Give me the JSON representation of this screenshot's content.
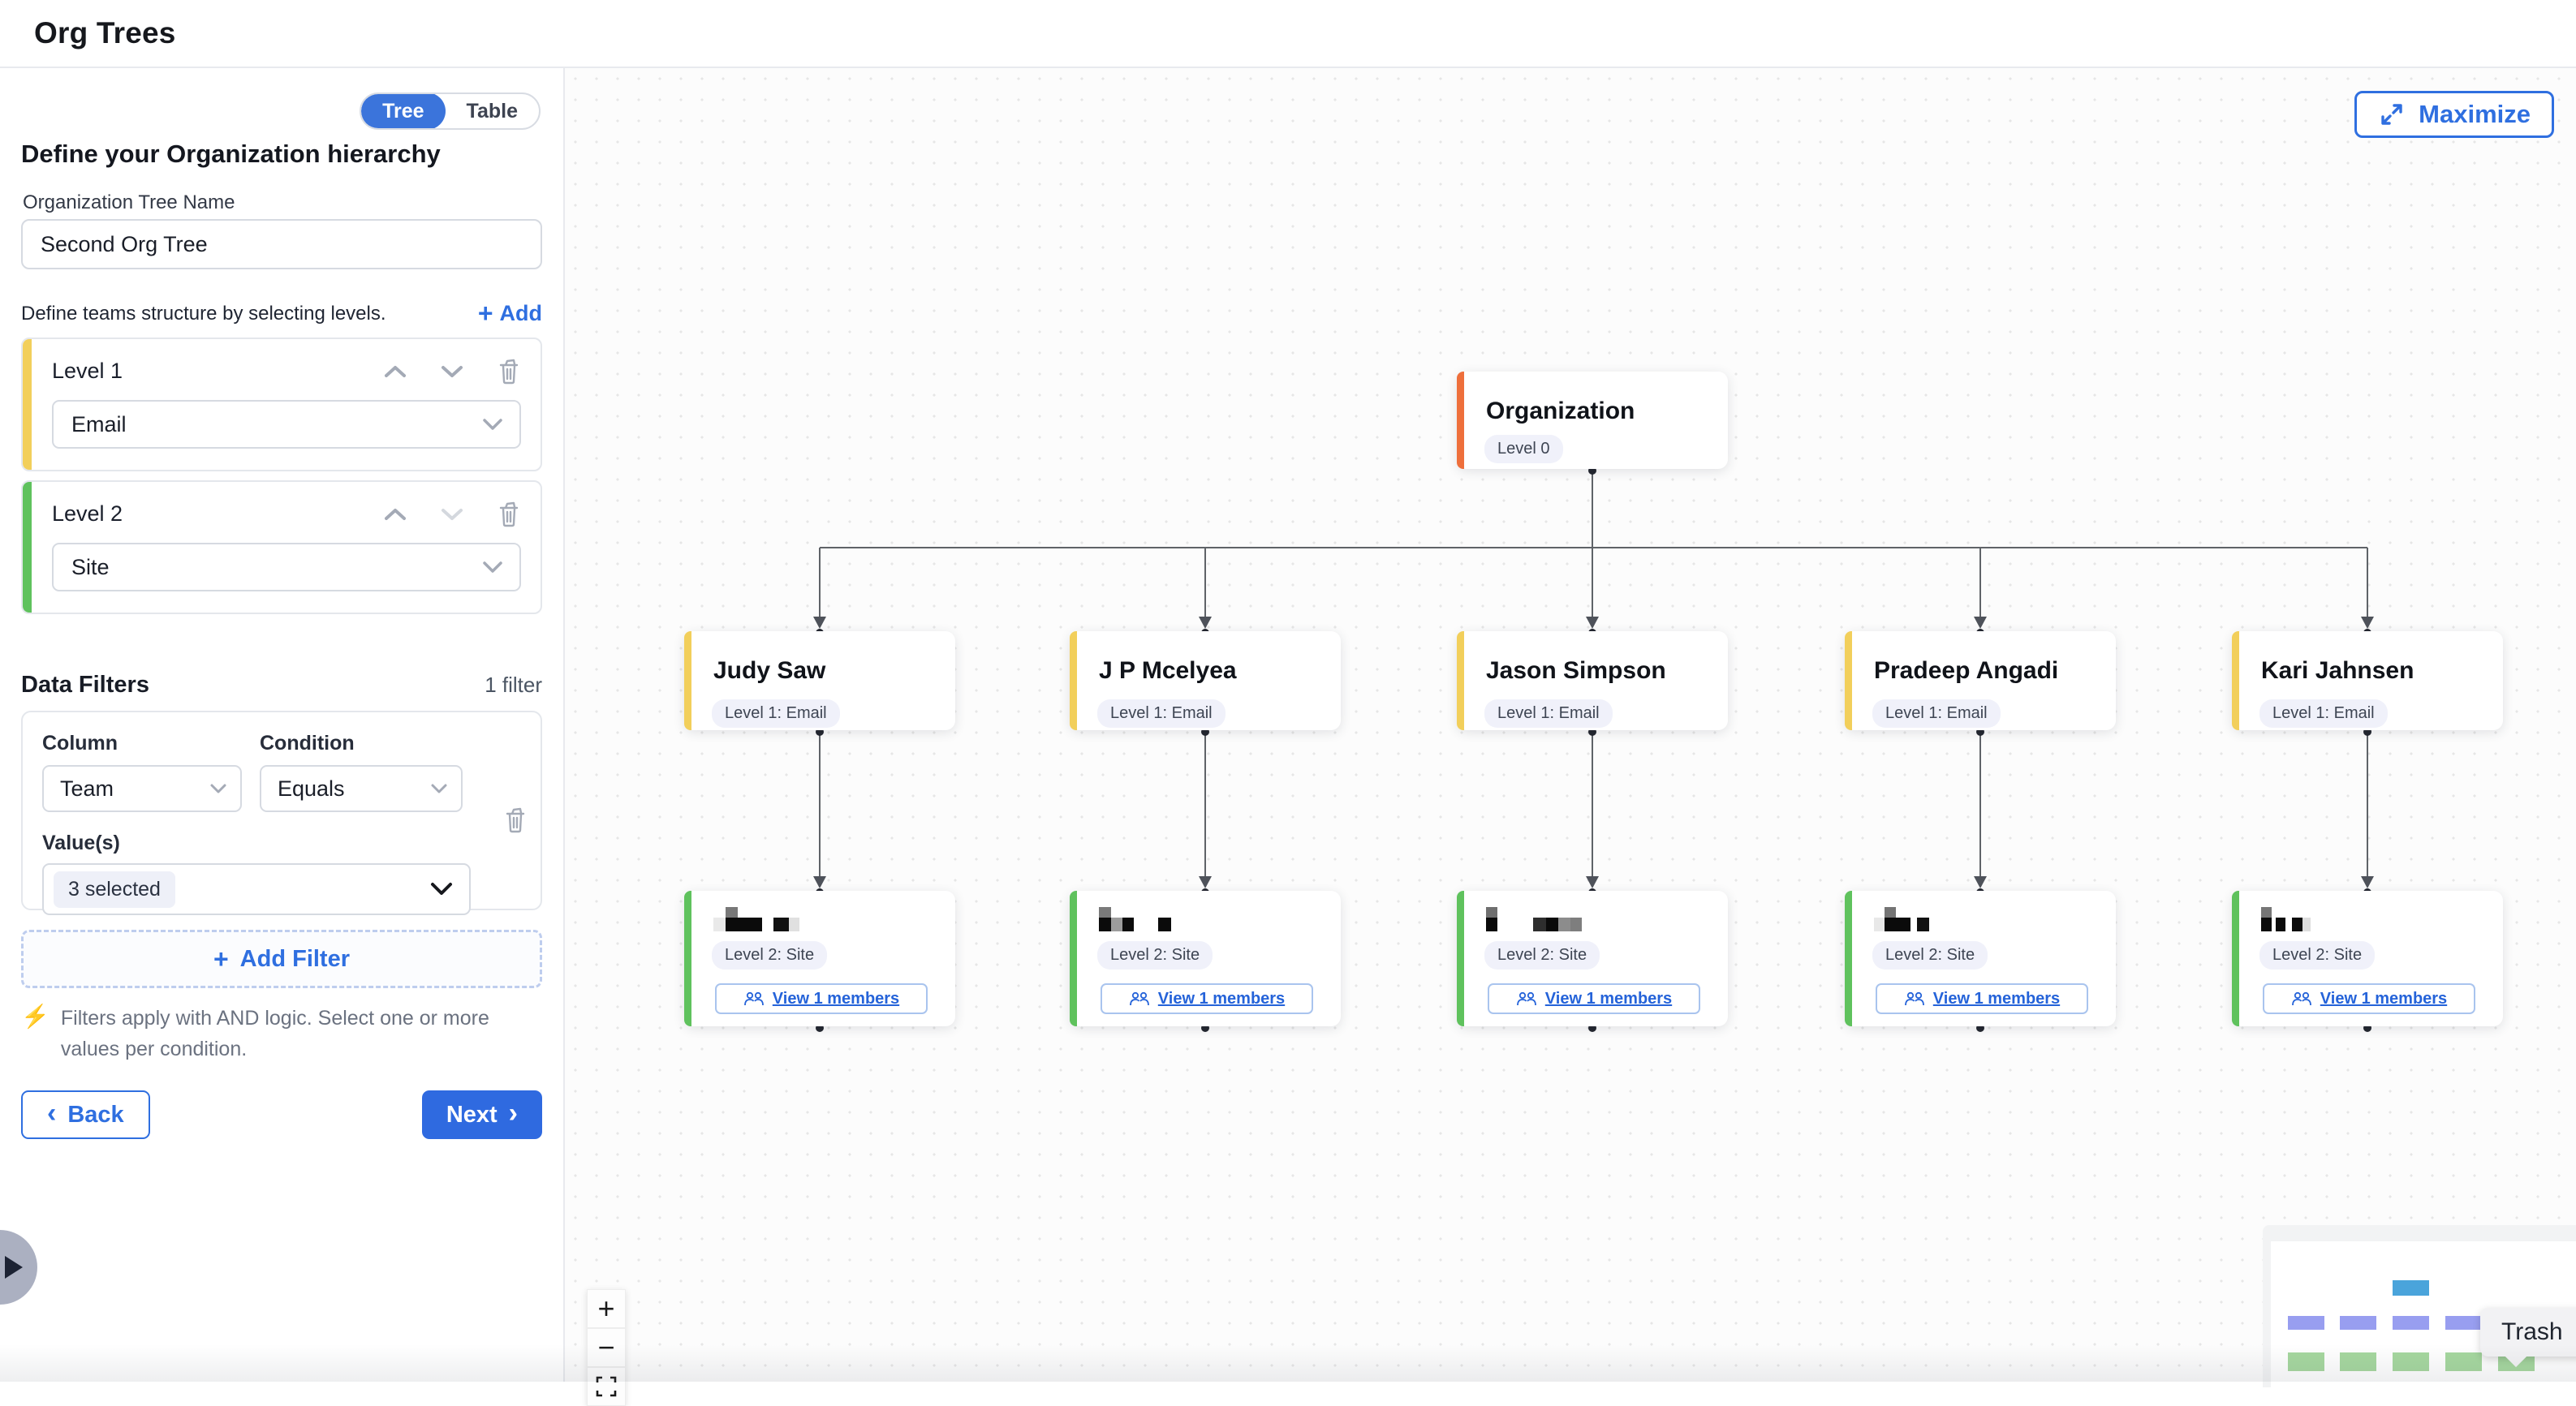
{
  "header": {
    "title": "Org Trees"
  },
  "colors": {
    "accent_blue": "#2F6FE0",
    "toggle_active_blue": "#3B74DB",
    "root_accent": "#EE6F3B",
    "level1_accent": "#F2CF5B",
    "level2_accent": "#5FC25D"
  },
  "sidebar": {
    "toggle": {
      "tree": "Tree",
      "table": "Table",
      "active": "Tree"
    },
    "heading": "Define your Organization hierarchy",
    "tree_name_label": "Organization Tree Name",
    "tree_name_value": "Second Org Tree",
    "levels_caption": "Define teams structure by selecting levels.",
    "add_icon": "+",
    "add_label": "Add",
    "levels": [
      {
        "label": "Level 1",
        "value": "Email"
      },
      {
        "label": "Level 2",
        "value": "Site"
      }
    ],
    "filters": {
      "title": "Data Filters",
      "count_label": "1 filter",
      "column_label": "Column",
      "column_value": "Team",
      "condition_label": "Condition",
      "condition_value": "Equals",
      "values_label": "Value(s)",
      "values_value": "3 selected",
      "add_filter_icon": "+",
      "add_filter_label": "Add Filter",
      "note_icon": "⚡",
      "note": "Filters apply with AND logic. Select one or more values per condition."
    },
    "back_chevron": "‹",
    "back_label": "Back",
    "next_label": "Next",
    "next_chevron": "›"
  },
  "canvas": {
    "maximize_label": "Maximize",
    "root": {
      "title": "Organization",
      "badge": "Level 0"
    },
    "level1_badge": "Level 1: Email",
    "level2_badge": "Level 2: Site",
    "view_members_label": "View 1 members",
    "columns": [
      {
        "name": "Judy Saw",
        "redact": [
          [
            {
              "ml": 15,
              "w": 15,
              "h": 13,
              "c": "#787878"
            }
          ],
          [
            {
              "w": 15,
              "h": 17,
              "c": "#E9E9E9"
            },
            {
              "w": 45,
              "h": 17,
              "c": "#0B0B0B"
            },
            {
              "w": 14,
              "h": 17,
              "c": ""
            },
            {
              "w": 19,
              "h": 17,
              "c": "#111111"
            },
            {
              "w": 13,
              "h": 17,
              "c": "#E0E0E0"
            }
          ]
        ]
      },
      {
        "name": "J P Mcelyea",
        "redact": [
          [
            {
              "ml": 0,
              "w": 15,
              "h": 13,
              "c": "#7A7A7A"
            }
          ],
          [
            {
              "w": 15,
              "h": 17,
              "c": "#0B0B0B"
            },
            {
              "w": 14,
              "h": 17,
              "c": "#9C9C9C"
            },
            {
              "w": 14,
              "h": 17,
              "c": "#0B0B0B"
            },
            {
              "w": 30,
              "h": 17,
              "c": ""
            },
            {
              "w": 16,
              "h": 17,
              "c": "#0B0B0B"
            }
          ]
        ]
      },
      {
        "name": "Jason Simpson",
        "redact": [
          [
            {
              "ml": 0,
              "w": 14,
              "h": 13,
              "c": "#6F6F6F"
            }
          ],
          [
            {
              "w": 14,
              "h": 17,
              "c": "#0A0A0A"
            },
            {
              "w": 44,
              "h": 17,
              "c": ""
            },
            {
              "w": 16,
              "h": 17,
              "c": "#2E2E2E"
            },
            {
              "w": 15,
              "h": 17,
              "c": "#0A0A0A"
            },
            {
              "w": 15,
              "h": 17,
              "c": "#8C8C8C"
            },
            {
              "w": 14,
              "h": 17,
              "c": "#7E7E7E"
            }
          ]
        ]
      },
      {
        "name": "Pradeep Angadi",
        "redact": [
          [
            {
              "ml": 13,
              "w": 14,
              "h": 13,
              "c": "#747474"
            }
          ],
          [
            {
              "w": 13,
              "h": 17,
              "c": "#E8E8E8"
            },
            {
              "w": 32,
              "h": 17,
              "c": "#0B0B0B"
            },
            {
              "w": 8,
              "h": 17,
              "c": ""
            },
            {
              "w": 15,
              "h": 17,
              "c": "#111111"
            }
          ]
        ]
      },
      {
        "name": "Kari Jahnsen",
        "redact": [
          [
            {
              "ml": 0,
              "w": 13,
              "h": 13,
              "c": "#767676"
            }
          ],
          [
            {
              "w": 13,
              "h": 17,
              "c": "#0B0B0B"
            },
            {
              "w": 5,
              "h": 17,
              "c": ""
            },
            {
              "w": 12,
              "h": 17,
              "c": "#0B0B0B"
            },
            {
              "w": 8,
              "h": 17,
              "c": ""
            },
            {
              "w": 13,
              "h": 17,
              "c": "#0B0B0B"
            },
            {
              "w": 10,
              "h": 17,
              "c": "#DDDDDD"
            }
          ]
        ]
      }
    ],
    "zoom_in": "+",
    "zoom_out": "−",
    "minimap": {
      "root": "#4AA4DB",
      "level1": "#989EF0",
      "level2": "#A5D79E"
    },
    "tooltip": "Trash"
  }
}
